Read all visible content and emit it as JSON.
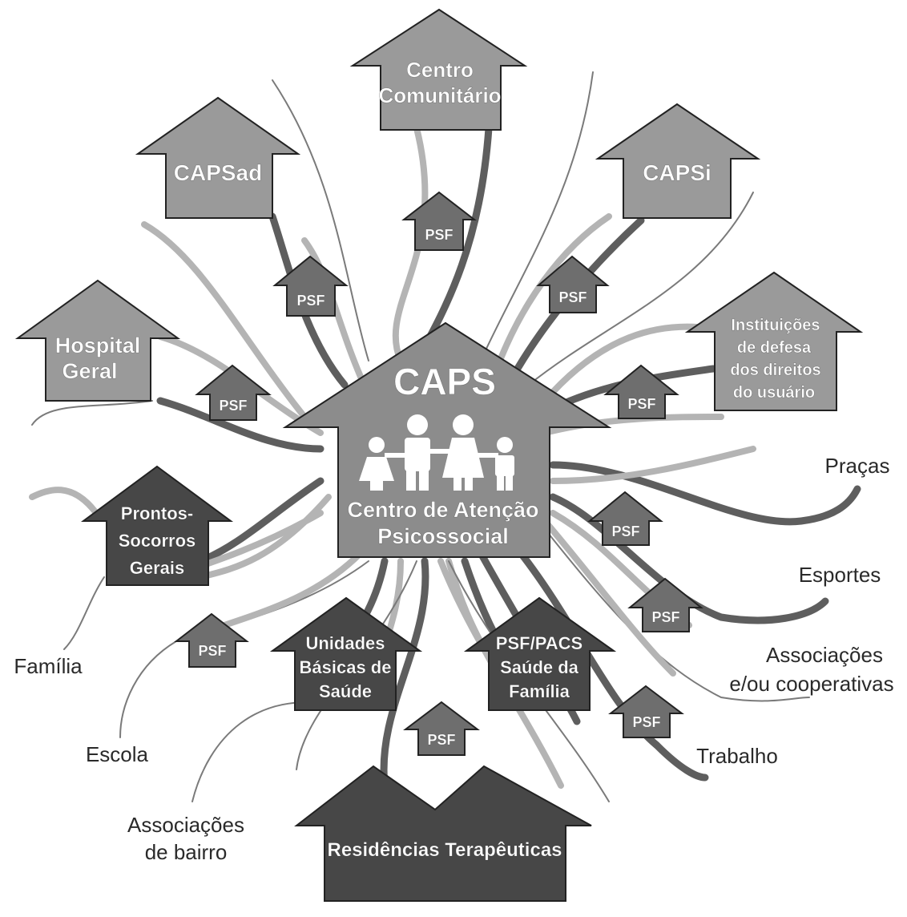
{
  "center": {
    "title": "CAPS",
    "subtitle_line1": "Centro de Atenção",
    "subtitle_line2": "Psicossocial",
    "family_icon": "family-icon"
  },
  "houses": {
    "centro_comunitario": [
      "Centro",
      "Comunitário"
    ],
    "capsad": [
      "CAPSad"
    ],
    "capsi": [
      "CAPSi"
    ],
    "hospital_geral": [
      "Hospital",
      "Geral"
    ],
    "instituicoes": [
      "Instituições",
      "de defesa",
      "dos direitos",
      "do usuário"
    ],
    "prontos_socorros": [
      "Prontos-",
      "Socorros",
      "Gerais"
    ],
    "unidades_basicas": [
      "Unidades",
      "Básicas de",
      "Saúde"
    ],
    "psf_pacs": [
      "PSF/PACS",
      "Saúde da",
      "Família"
    ],
    "residencias": [
      "Residências Terapêuticas"
    ]
  },
  "psf_label": "PSF",
  "free_labels": {
    "pracas": "Praças",
    "esportes": "Esportes",
    "associacoes_coop": [
      "Associações",
      "e/ou cooperativas"
    ],
    "trabalho": "Trabalho",
    "familia": "Família",
    "escola": "Escola",
    "associacoes_bairro": [
      "Associações",
      "de bairro"
    ]
  },
  "colors": {
    "house_light": "#9a9a9a",
    "house_dark": "#474747",
    "psf_fill": "#6e6e6e",
    "center_fill": "#8c8c8c",
    "wave_dark": "#5e5e5e",
    "wave_light": "#b4b4b4"
  }
}
